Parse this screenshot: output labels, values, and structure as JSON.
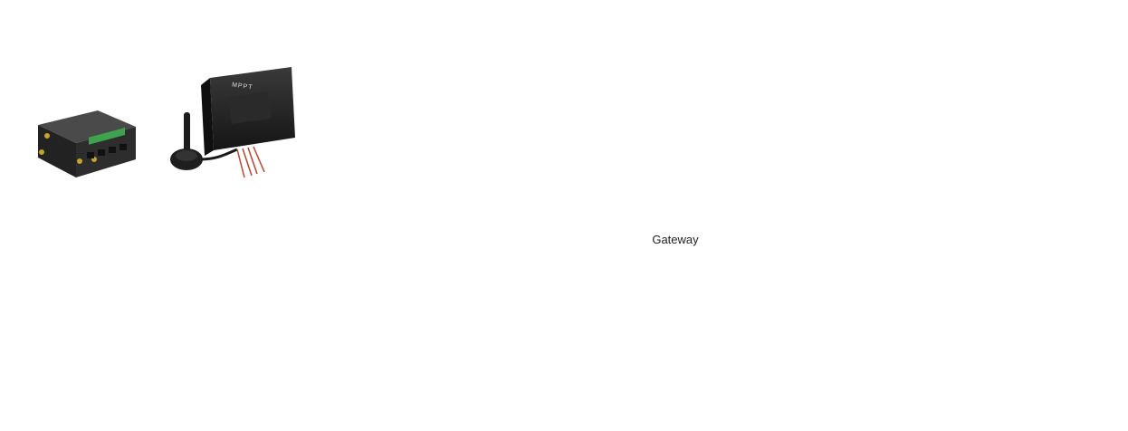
{
  "gateway": {
    "label": "Gateway"
  },
  "controller": {
    "label": "MPPT"
  },
  "colors": {
    "road": "#2b2b2d",
    "road_edge": "#8c8c8e",
    "center_line": "#e0a21c",
    "lane_mark": "#ffffff",
    "pole": "#b9bcc0",
    "link": "#1a1a1a",
    "cloud": "#8a8a8a",
    "screen": "#0d1a2b"
  },
  "icons": [
    "cloud-globe-icon",
    "signal-tower-icon",
    "gateway-circle",
    "street-light-icon",
    "laptop-icon",
    "tablet-icon",
    "router-device-icon",
    "antenna-icon",
    "mppt-controller-icon"
  ]
}
